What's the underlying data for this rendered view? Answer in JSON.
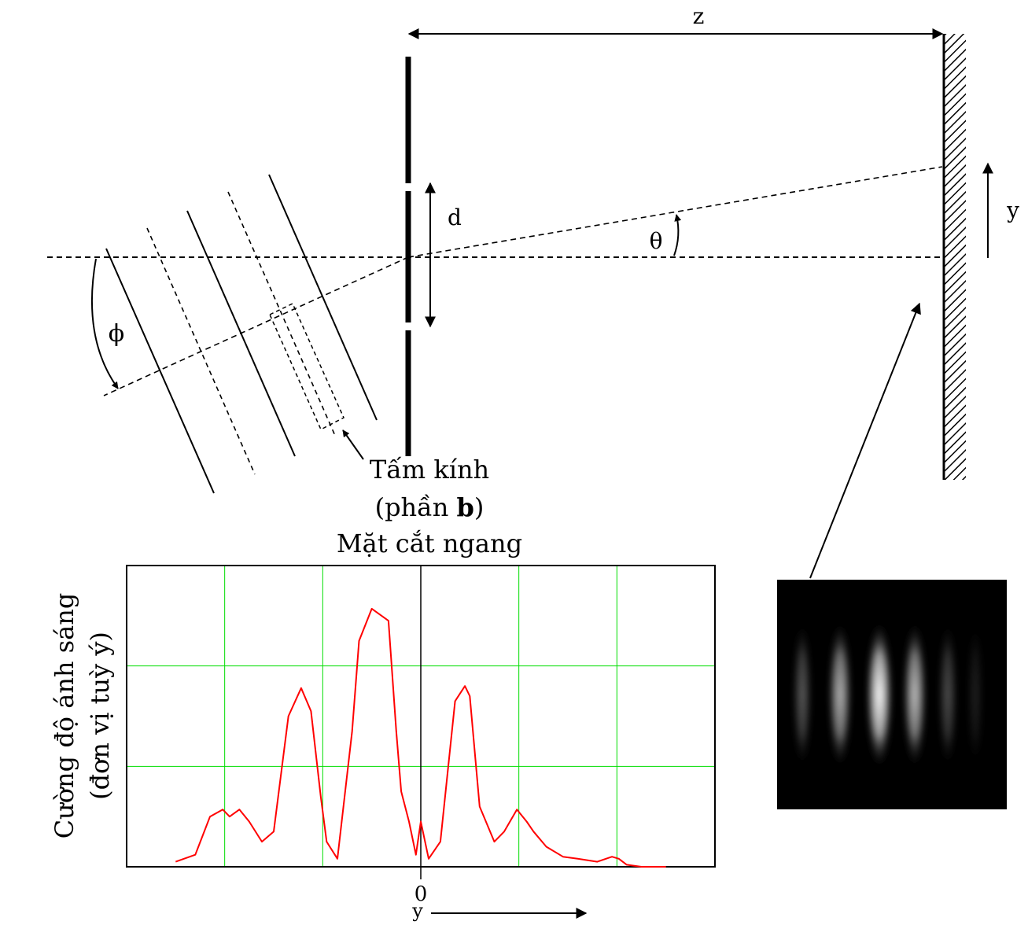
{
  "diagram": {
    "z_label": "z",
    "d_label": "d",
    "theta_label": "θ",
    "phi_label": "ϕ",
    "y_label": "y",
    "glass_line1": "Tấm kính",
    "glass_line2_prefix": "(phần ",
    "glass_line2_bold": "b",
    "glass_line2_suffix": ")",
    "cross_section_title": "Mặt cắt ngang"
  },
  "plot": {
    "ylabel_line1": "Cường độ ánh sáng",
    "ylabel_line2": "(đơn vị tuỳ ý)",
    "x_zero_label": "0",
    "x_axis_label": "y",
    "grid_color": "#00dd00",
    "curve_color": "#ff0000"
  },
  "chart_data": {
    "type": "line",
    "title": "Mặt cắt ngang",
    "xlabel": "y",
    "ylabel": "Cường độ ánh sáng (đơn vị tuỳ ý)",
    "xlim": [
      -3,
      3
    ],
    "ylim": [
      0,
      3
    ],
    "grid": true,
    "x_ticks_labeled": [
      0
    ],
    "series": [
      {
        "x": [
          -2.5,
          -2.3,
          -2.15,
          -2.02,
          -1.95,
          -1.85,
          -1.75,
          -1.62,
          -1.5,
          -1.35,
          -1.22,
          -1.12,
          -1.02,
          -0.96,
          -0.85,
          -0.7,
          -0.63,
          -0.5,
          -0.33,
          -0.25,
          -0.2,
          -0.12,
          -0.05,
          0.0,
          0.08,
          0.2,
          0.35,
          0.45,
          0.5,
          0.6,
          0.75,
          0.85,
          0.98,
          1.08,
          1.15,
          1.28,
          1.45,
          1.6,
          1.8,
          1.95,
          2.02,
          2.1,
          2.25,
          2.5
        ],
        "y": [
          0.05,
          0.12,
          0.5,
          0.57,
          0.5,
          0.57,
          0.45,
          0.25,
          0.35,
          1.5,
          1.78,
          1.55,
          0.7,
          0.25,
          0.08,
          1.35,
          2.25,
          2.57,
          2.45,
          1.35,
          0.75,
          0.45,
          0.12,
          0.45,
          0.08,
          0.25,
          1.65,
          1.8,
          1.7,
          0.6,
          0.25,
          0.35,
          0.57,
          0.45,
          0.35,
          0.2,
          0.1,
          0.08,
          0.05,
          0.1,
          0.08,
          0.02,
          0.0,
          0.0
        ]
      }
    ]
  }
}
